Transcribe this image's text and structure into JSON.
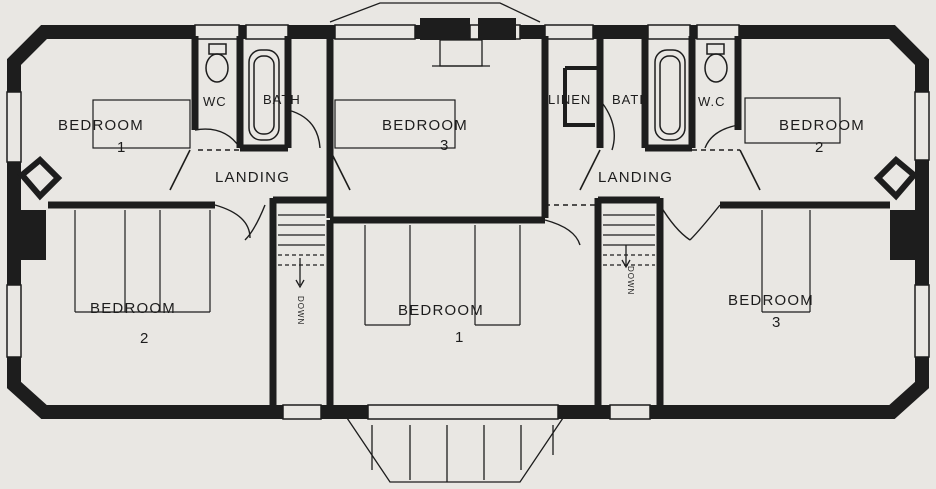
{
  "rooms": {
    "left_bedroom_top": {
      "label": "BEDROOM",
      "number": "1"
    },
    "left_wc": {
      "label": "WC"
    },
    "left_bath": {
      "label": "BATH"
    },
    "center_bedroom_top": {
      "label": "BEDROOM",
      "number": "3"
    },
    "right_linen": {
      "label": "LINEN"
    },
    "right_bath": {
      "label": "BATH"
    },
    "right_wc": {
      "label": "W.C"
    },
    "right_bedroom_top": {
      "label": "BEDROOM",
      "number": "2"
    },
    "left_landing": {
      "label": "LANDING"
    },
    "right_landing": {
      "label": "LANDING"
    },
    "left_bedroom_bottom": {
      "label": "BEDROOM",
      "number": "2"
    },
    "center_bedroom_bottom": {
      "label": "BEDROOM",
      "number": "1"
    },
    "right_bedroom_bottom": {
      "label": "BEDROOM",
      "number": "3"
    }
  },
  "stairs": {
    "left": {
      "label": "DOWN"
    },
    "right": {
      "label": "DOWN"
    }
  },
  "colors": {
    "paper": "#e9e7e3",
    "ink": "#1d1d1d"
  }
}
